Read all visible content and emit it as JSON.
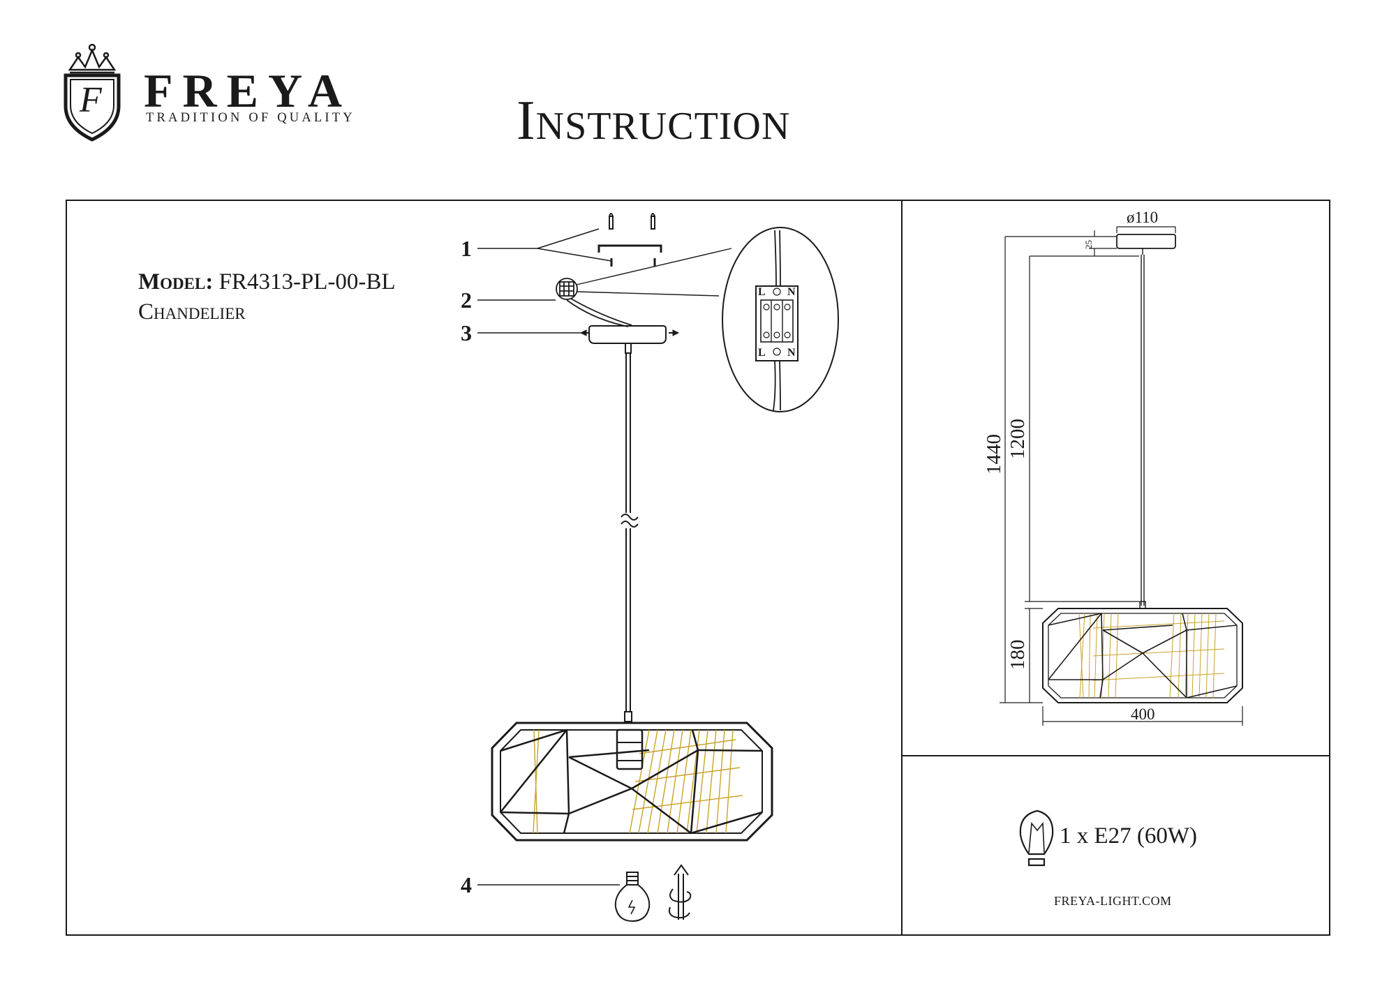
{
  "brand": {
    "name": "FREYA",
    "tagline": "TRADITION OF QUALITY",
    "monogram": "F"
  },
  "title": "Instruction",
  "model": {
    "label": "Model:",
    "code": "FR4313-PL-00-BL",
    "type": "Chandelier"
  },
  "callouts": [
    "1",
    "2",
    "3",
    "4"
  ],
  "wiring": {
    "top_labels": [
      "L",
      "N"
    ],
    "bottom_labels": [
      "L",
      "N"
    ]
  },
  "dimensions": {
    "canopy_diameter": "ø110",
    "canopy_height": "25",
    "total_height": "1440",
    "cable_length": "1200",
    "shade_height": "180",
    "shade_width": "400"
  },
  "bulb_spec": "1 x E27 (60W)",
  "website": "FREYA-LIGHT.COM",
  "colors": {
    "ink": "#1a1a1a",
    "accent_gold": "#c9a227"
  },
  "icons": [
    "crown-icon",
    "shield-icon",
    "bulb-icon",
    "twist-arrow-icon",
    "mounting-screw-icon",
    "terminal-block-icon"
  ]
}
